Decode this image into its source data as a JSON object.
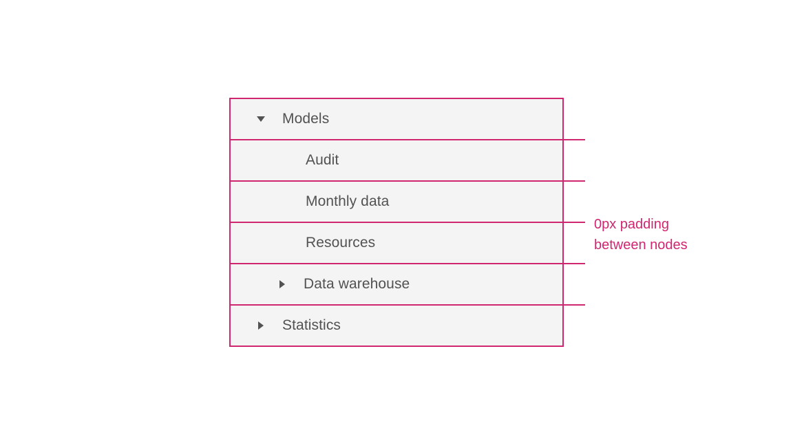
{
  "page": {
    "background_color": "#ffffff"
  },
  "tree_view": {
    "row_background_color": "#f4f4f4",
    "outline_color": "#d02670",
    "label_color": "#525252",
    "nodes": [
      {
        "label": "Models",
        "level": 1,
        "caret": "down",
        "state": "expanded"
      },
      {
        "label": "Audit",
        "level": 2,
        "caret": "none",
        "state": "leaf"
      },
      {
        "label": "Monthly data",
        "level": 2,
        "caret": "none",
        "state": "leaf"
      },
      {
        "label": "Resources",
        "level": 2,
        "caret": "none",
        "state": "leaf"
      },
      {
        "label": "Data warehouse",
        "level": 2,
        "caret": "right",
        "state": "collapsed"
      },
      {
        "label": "Statistics",
        "level": 1,
        "caret": "right",
        "state": "collapsed"
      }
    ]
  },
  "annotation": {
    "color": "#d02670",
    "lines": [
      "0px padding",
      "between nodes"
    ]
  }
}
